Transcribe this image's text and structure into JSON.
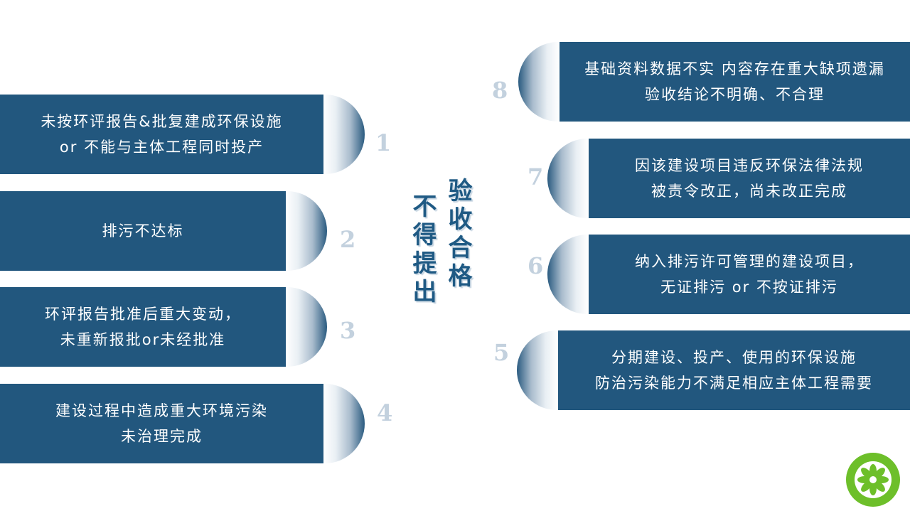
{
  "center": {
    "col1": "验收合格",
    "col2": "不得提出"
  },
  "left_items": [
    {
      "num": "1",
      "line1": "未按环评报告&批复建成环保设施",
      "line2": "or 不能与主体工程同时投产"
    },
    {
      "num": "2",
      "line1": "排污不达标",
      "line2": ""
    },
    {
      "num": "3",
      "line1": "环评报告批准后重大变动，",
      "line2": "未重新报批or未经批准"
    },
    {
      "num": "4",
      "line1": "建设过程中造成重大环境污染",
      "line2": "未治理完成"
    }
  ],
  "right_items": [
    {
      "num": "8",
      "line1": "基础资料数据不实  内容存在重大缺项遗漏",
      "line2": "验收结论不明确、不合理"
    },
    {
      "num": "7",
      "line1": "因该建设项目违反环保法律法规",
      "line2": "被责令改正，尚未改正完成"
    },
    {
      "num": "6",
      "line1": "纳入排污许可管理的建设项目，",
      "line2": "无证排污 or 不按证排污"
    },
    {
      "num": "5",
      "line1": "分期建设、投产、使用的环保设施",
      "line2": "防治污染能力不满足相应主体工程需要"
    }
  ],
  "colors": {
    "card": "#22577e",
    "number": "#c3d1de",
    "logo_green": "#6dbf2a"
  },
  "icons": [
    "green-flower-logo-icon"
  ]
}
